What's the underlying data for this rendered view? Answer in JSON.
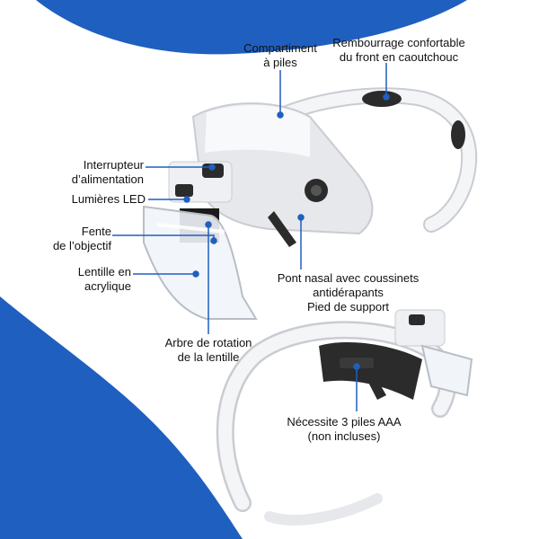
{
  "colors": {
    "accent_blue": "#1f5fbf",
    "leader_line": "#1f5fbf",
    "device_white": "#f4f5f7",
    "device_shadow": "#c9ccd2",
    "pad_dark": "#2b2b2b"
  },
  "callouts": {
    "battery_compartment": [
      "Compartiment",
      "à piles"
    ],
    "forehead_padding": [
      "Rembourrage confortable",
      "du front en caoutchouc"
    ],
    "power_switch": [
      "Interrupteur",
      "d’alimentation"
    ],
    "led_lights": [
      "Lumières LED"
    ],
    "lens_slot": [
      "Fente",
      "de l’objectif"
    ],
    "acrylic_lens": [
      "Lentille en",
      "acrylique"
    ],
    "nose_bridge": [
      "Pont nasal avec coussinets",
      "antidérapants",
      "Pied de support"
    ],
    "rotation_shaft": [
      "Arbre de rotation",
      "de la lentille"
    ],
    "batteries_required": [
      "Nécessite 3 piles AAA",
      "(non incluses)"
    ]
  }
}
